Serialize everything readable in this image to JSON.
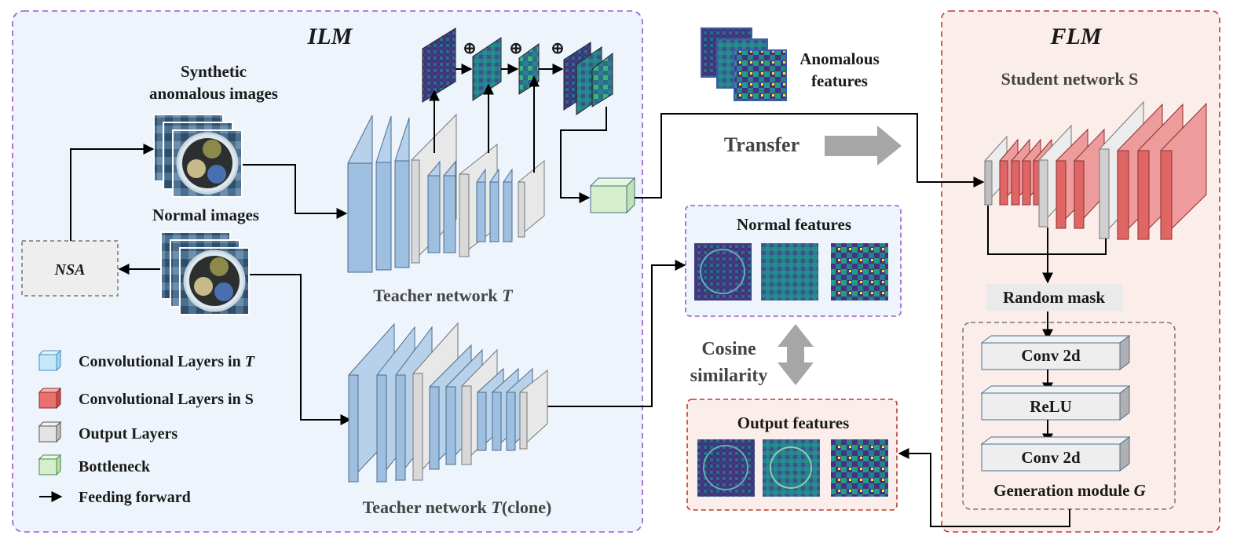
{
  "ilm": {
    "title": "ILM"
  },
  "flm": {
    "title": "FLM",
    "student_label": "Student network S"
  },
  "inputs": {
    "synthetic_line1": "Synthetic",
    "synthetic_line2": "anomalous images",
    "normal": "Normal images"
  },
  "nsa": "NSA",
  "teacher": {
    "label": "Teacher network",
    "symbol": "T"
  },
  "teacher_clone": {
    "label": "Teacher network",
    "symbol": "T",
    "suffix": "(clone)"
  },
  "transfer": "Transfer",
  "anomalous_features": {
    "line1": "Anomalous",
    "line2": "features"
  },
  "normal_features": "Normal features",
  "output_features": "Output features",
  "cosine": {
    "line1": "Cosine",
    "line2": "similarity"
  },
  "random_mask": "Random mask",
  "generation": {
    "conv1": "Conv 2d",
    "relu": "ReLU",
    "conv2": "Conv 2d",
    "label": "Generation module",
    "symbol": "G"
  },
  "sum_symbol": "⊕",
  "legend": [
    {
      "label": "Convolutional Layers in",
      "symbol": "T"
    },
    {
      "label": "Convolutional Layers in",
      "symbol": "S"
    },
    {
      "label": "Output Layers",
      "symbol": ""
    },
    {
      "label": "Bottleneck",
      "symbol": ""
    },
    {
      "label": "Feeding forward",
      "symbol": ""
    }
  ],
  "colors": {
    "ilm_border": "#9b59d0",
    "ilm_fill": "#eef4fb",
    "flm_border": "#c0392b",
    "flm_fill": "#fbeeea",
    "teacher_layer": "#9ebfdf",
    "student_layer": "#e06666",
    "output_layer": "#d9d9d9",
    "bottleneck": "#d5efcc",
    "arrow_gray": "#a6a6a6"
  }
}
